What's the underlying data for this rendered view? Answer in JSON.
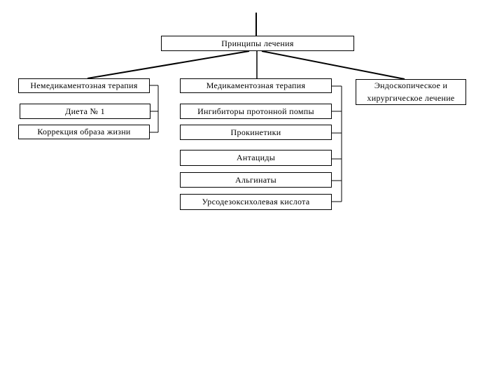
{
  "diagram": {
    "root_label": "Принципы лечения",
    "branches": [
      {
        "title": "Немедикаментозная терапия",
        "children": [
          "Диета № 1",
          "Коррекция образа жизни"
        ]
      },
      {
        "title": "Медикаментозная терапия",
        "children": [
          "Ингибиторы протонной помпы",
          "Прокинетики",
          "Антациды",
          "Альгинаты",
          "Урсодезоксихолевая кислота"
        ]
      },
      {
        "title": "Эндоскопическое и хирургическое лечение",
        "children": []
      }
    ],
    "colors": {
      "background": "#ffffff",
      "box_border": "#000000",
      "line": "#000000",
      "text": "#000000"
    }
  }
}
